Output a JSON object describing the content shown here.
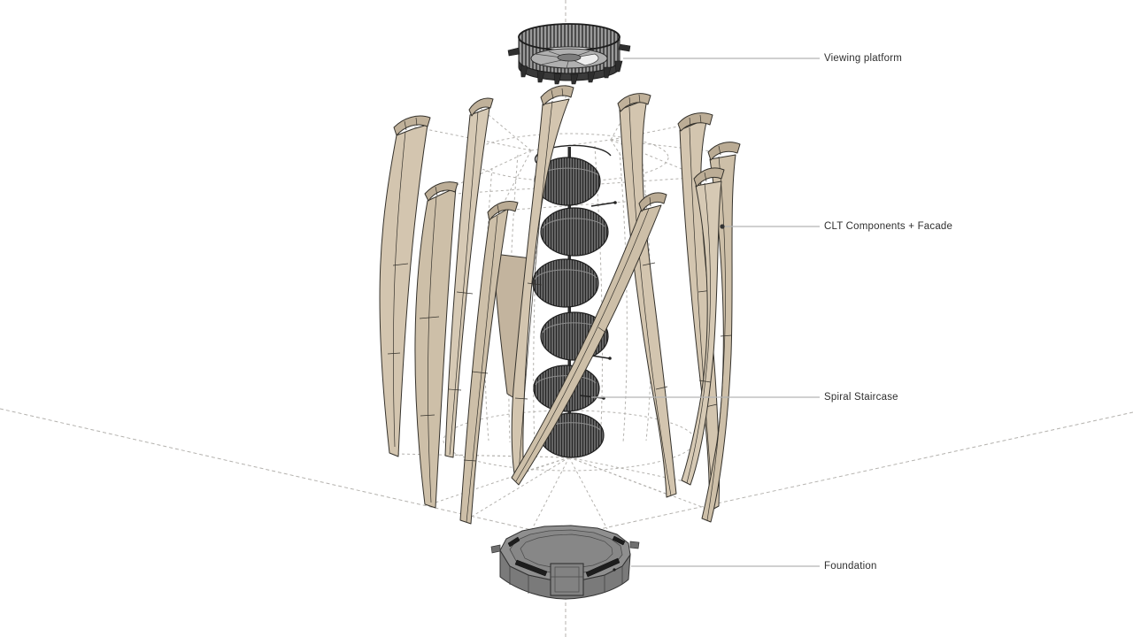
{
  "diagram": {
    "type": "exploded-axonometric-architecture-diagram",
    "subject": "timber-viewing-tower",
    "background_color": "#ffffff",
    "annotations": [
      {
        "id": "viewing-platform",
        "label": "Viewing platform"
      },
      {
        "id": "clt-components-facade",
        "label": "CLT Components + Facade"
      },
      {
        "id": "spiral-staircase",
        "label": "Spiral Staircase"
      },
      {
        "id": "foundation",
        "label": "Foundation"
      }
    ],
    "components": [
      "viewing-platform",
      "clt-facade-slats",
      "spiral-staircase",
      "foundation"
    ],
    "colors": {
      "slat_face": "#d3c5af",
      "slat_shade": "#b3a48d",
      "slat_back": "#c3b49e",
      "outline": "#35322c",
      "steel_dark": "#2a2a2a",
      "steel_mid": "#6b6b6b",
      "platform_deck": "#b0b0b0",
      "foundation_top": "#8f8f8f",
      "foundation_side": "#7a7a7a",
      "guide_dash": "#b4b2ae",
      "leader_line": "#b3b3b3",
      "label_text": "#2f2f2f"
    }
  }
}
